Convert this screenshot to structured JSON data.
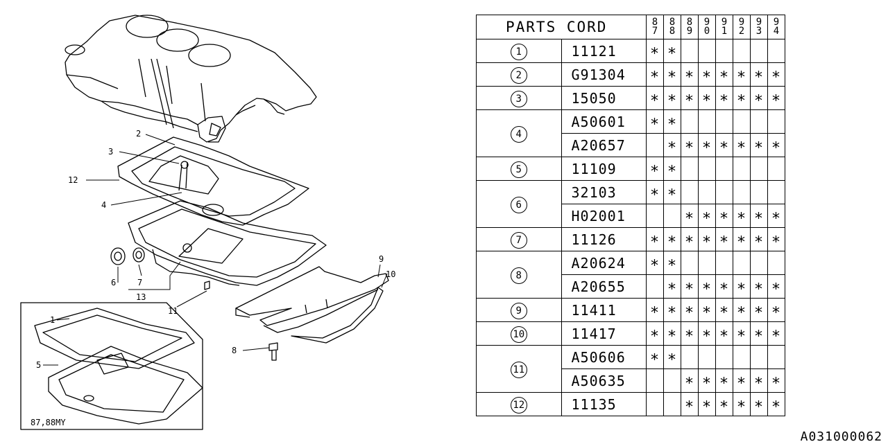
{
  "diagram": {
    "callouts": [
      "2",
      "3",
      "12",
      "4",
      "9",
      "10",
      "6",
      "7",
      "13",
      "11",
      "8",
      "1",
      "5"
    ],
    "inset_caption": "87,88MY"
  },
  "table": {
    "header": "PARTS CORD",
    "years": [
      [
        "8",
        "7"
      ],
      [
        "8",
        "8"
      ],
      [
        "8",
        "9"
      ],
      [
        "9",
        "0"
      ],
      [
        "9",
        "1"
      ],
      [
        "9",
        "2"
      ],
      [
        "9",
        "3"
      ],
      [
        "9",
        "4"
      ]
    ],
    "marker": "∗",
    "groups": [
      {
        "ref": "1",
        "rows": [
          {
            "code": "11121",
            "marks": [
              1,
              1,
              0,
              0,
              0,
              0,
              0,
              0
            ]
          }
        ]
      },
      {
        "ref": "2",
        "rows": [
          {
            "code": "G91304",
            "marks": [
              1,
              1,
              1,
              1,
              1,
              1,
              1,
              1
            ]
          }
        ]
      },
      {
        "ref": "3",
        "rows": [
          {
            "code": "15050",
            "marks": [
              1,
              1,
              1,
              1,
              1,
              1,
              1,
              1
            ]
          }
        ]
      },
      {
        "ref": "4",
        "rows": [
          {
            "code": "A50601",
            "marks": [
              1,
              1,
              0,
              0,
              0,
              0,
              0,
              0
            ]
          },
          {
            "code": "A20657",
            "marks": [
              0,
              1,
              1,
              1,
              1,
              1,
              1,
              1
            ]
          }
        ]
      },
      {
        "ref": "5",
        "rows": [
          {
            "code": "11109",
            "marks": [
              1,
              1,
              0,
              0,
              0,
              0,
              0,
              0
            ]
          }
        ]
      },
      {
        "ref": "6",
        "rows": [
          {
            "code": "32103",
            "marks": [
              1,
              1,
              0,
              0,
              0,
              0,
              0,
              0
            ]
          },
          {
            "code": "H02001",
            "marks": [
              0,
              0,
              1,
              1,
              1,
              1,
              1,
              1
            ]
          }
        ]
      },
      {
        "ref": "7",
        "rows": [
          {
            "code": "11126",
            "marks": [
              1,
              1,
              1,
              1,
              1,
              1,
              1,
              1
            ]
          }
        ]
      },
      {
        "ref": "8",
        "rows": [
          {
            "code": "A20624",
            "marks": [
              1,
              1,
              0,
              0,
              0,
              0,
              0,
              0
            ]
          },
          {
            "code": "A20655",
            "marks": [
              0,
              1,
              1,
              1,
              1,
              1,
              1,
              1
            ]
          }
        ]
      },
      {
        "ref": "9",
        "rows": [
          {
            "code": "11411",
            "marks": [
              1,
              1,
              1,
              1,
              1,
              1,
              1,
              1
            ]
          }
        ]
      },
      {
        "ref": "10",
        "rows": [
          {
            "code": "11417",
            "marks": [
              1,
              1,
              1,
              1,
              1,
              1,
              1,
              1
            ]
          }
        ]
      },
      {
        "ref": "11",
        "rows": [
          {
            "code": "A50606",
            "marks": [
              1,
              1,
              0,
              0,
              0,
              0,
              0,
              0
            ]
          },
          {
            "code": "A50635",
            "marks": [
              0,
              0,
              1,
              1,
              1,
              1,
              1,
              1
            ]
          }
        ]
      },
      {
        "ref": "12",
        "rows": [
          {
            "code": "11135",
            "marks": [
              0,
              0,
              1,
              1,
              1,
              1,
              1,
              1
            ]
          }
        ]
      }
    ]
  },
  "doc_code": "A031000062"
}
